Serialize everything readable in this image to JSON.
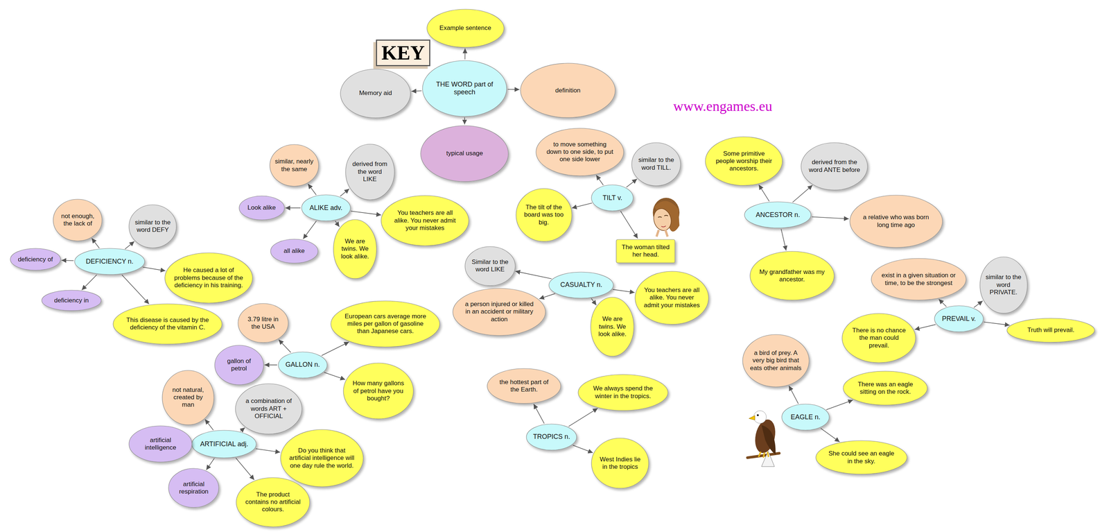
{
  "diagram": {
    "nodes": [
      {
        "text": [
          "THE WORD part of speech"
        ]
      },
      {
        "text": [
          "Example sentence"
        ]
      },
      {
        "text": [
          "Memory aid"
        ]
      },
      {
        "text": [
          "definition"
        ]
      },
      {
        "text": [
          "typical usage"
        ]
      },
      {
        "text": [
          "ALIKE adv."
        ]
      },
      {
        "text": [
          "similar, nearly the same"
        ]
      },
      {
        "text": [
          "derived from the word LIKE"
        ]
      },
      {
        "text": [
          "Look alike"
        ]
      },
      {
        "text": [
          "all alike"
        ]
      },
      {
        "text": [
          "We are twins. We look alike."
        ]
      },
      {
        "text": [
          "You teachers are all alike. You never admit your mistakes"
        ]
      },
      {
        "text": [
          "DEFICIENCY n."
        ]
      },
      {
        "text": [
          "not enough, the lack of"
        ]
      },
      {
        "text": [
          "similar to the word DEFY"
        ]
      },
      {
        "text": [
          "deficiency of"
        ]
      },
      {
        "text": [
          "deficiency in"
        ]
      },
      {
        "text": [
          "He caused a lot of problems because of the deficiency in his training."
        ]
      },
      {
        "text": [
          "This disease is caused by the deficiency of the vitamin C."
        ]
      },
      {
        "text": [
          "GALLON n."
        ]
      },
      {
        "text": [
          "3.79 litre in the USA"
        ]
      },
      {
        "text": [
          "gallon of petrol"
        ]
      },
      {
        "text": [
          "European cars average more miles per gallon of gasoline than Japanese cars."
        ]
      },
      {
        "text": [
          "How many gallons of petrol have you bought?"
        ]
      },
      {
        "text": [
          "ARTIFICIAL adj."
        ]
      },
      {
        "text": [
          "not natural, created by man"
        ]
      },
      {
        "text": [
          "a combination of words ART + OFFICIAL"
        ]
      },
      {
        "text": [
          "artificial intelligence"
        ]
      },
      {
        "text": [
          "artificial respiration"
        ]
      },
      {
        "text": [
          "Do you think that artificial intelligence will one day rule the world."
        ]
      },
      {
        "text": [
          "The product contains no artificial colours."
        ]
      },
      {
        "text": [
          "TILT v."
        ]
      },
      {
        "text": [
          "to move something down to one side, to put one side lower"
        ]
      },
      {
        "text": [
          "similar to the word TILL."
        ]
      },
      {
        "text": [
          "The tilt of the board was too big."
        ]
      },
      {
        "text": [
          "The woman tilted her head."
        ]
      },
      {
        "text": [
          "CASUALTY n."
        ]
      },
      {
        "text": [
          "Similar to the word LIKE"
        ]
      },
      {
        "text": [
          "a person injured or killed in an accident or military action"
        ]
      },
      {
        "text": [
          "You teachers are all alike. You never admit your mistakes"
        ]
      },
      {
        "text": [
          "We are twins. We look alike."
        ]
      },
      {
        "text": [
          "TROPICS n."
        ]
      },
      {
        "text": [
          "the hottest part of the Earth."
        ]
      },
      {
        "text": [
          "We always spend the winter in the tropics."
        ]
      },
      {
        "text": [
          "West Indies lie in the tropics"
        ]
      },
      {
        "text": [
          "ANCESTOR n."
        ]
      },
      {
        "text": [
          "Some primitive people worship their ancestors."
        ]
      },
      {
        "text": [
          "derived from the word ANTE before"
        ]
      },
      {
        "text": [
          "a relative who was born long time ago"
        ]
      },
      {
        "text": [
          "My grandfather was my ancestor."
        ]
      },
      {
        "text": [
          "PREVAIL v."
        ]
      },
      {
        "text": [
          "exist in a given situation or time, to be the strongest"
        ]
      },
      {
        "text": [
          "similar to the word PRIVATE."
        ]
      },
      {
        "text": [
          "There is no chance the man could prevail."
        ]
      },
      {
        "text": [
          "Truth will prevail."
        ]
      },
      {
        "text": [
          "EAGLE n."
        ]
      },
      {
        "text": [
          "a bird of prey. A very big bird that eats other animals"
        ]
      },
      {
        "text": [
          "There was an eagle sitting on the rock."
        ]
      },
      {
        "text": [
          "She could see an eagle in the sky."
        ]
      }
    ],
    "edges": [
      {
        "from": 0,
        "to": 1,
        "arrow": "to"
      },
      {
        "from": 0,
        "to": 2,
        "arrow": "to"
      },
      {
        "from": 0,
        "to": 3,
        "arrow": "to"
      },
      {
        "from": 0,
        "to": 4,
        "arrow": "to"
      },
      {
        "from": 5,
        "to": 6,
        "arrow": "to"
      },
      {
        "from": 5,
        "to": 7,
        "arrow": "to"
      },
      {
        "from": 5,
        "to": 8,
        "arrow": "to"
      },
      {
        "from": 5,
        "to": 9,
        "arrow": "to"
      },
      {
        "from": 5,
        "to": 10,
        "arrow": "to"
      },
      {
        "from": 5,
        "to": 11,
        "arrow": "to"
      },
      {
        "from": 12,
        "to": 13,
        "arrow": "to"
      },
      {
        "from": 12,
        "to": 14,
        "arrow": "to"
      },
      {
        "from": 12,
        "to": 15,
        "arrow": "to"
      },
      {
        "from": 12,
        "to": 16,
        "arrow": "to"
      },
      {
        "from": 12,
        "to": 17,
        "arrow": "to"
      },
      {
        "from": 12,
        "to": 18,
        "arrow": "to"
      },
      {
        "from": 19,
        "to": 20,
        "arrow": "to"
      },
      {
        "from": 19,
        "to": 21,
        "arrow": "to"
      },
      {
        "from": 19,
        "to": 22,
        "arrow": "to"
      },
      {
        "from": 19,
        "to": 23,
        "arrow": "to"
      },
      {
        "from": 24,
        "to": 25,
        "arrow": "to"
      },
      {
        "from": 24,
        "to": 26,
        "arrow": "to"
      },
      {
        "from": 24,
        "to": 27,
        "arrow": "to"
      },
      {
        "from": 24,
        "to": 28,
        "arrow": "to"
      },
      {
        "from": 24,
        "to": 29,
        "arrow": "to"
      },
      {
        "from": 24,
        "to": 30,
        "arrow": "to"
      },
      {
        "from": 31,
        "to": 32,
        "arrow": "to"
      },
      {
        "from": 31,
        "to": 33,
        "arrow": "to"
      },
      {
        "from": 31,
        "to": 34,
        "arrow": "to"
      },
      {
        "from": 31,
        "to": 35,
        "arrow": "to"
      },
      {
        "from": 36,
        "to": 37,
        "arrow": "to"
      },
      {
        "from": 36,
        "to": 38,
        "arrow": "to"
      },
      {
        "from": 36,
        "to": 39,
        "arrow": "to"
      },
      {
        "from": 36,
        "to": 40,
        "arrow": "to"
      },
      {
        "from": 41,
        "to": 42,
        "arrow": "to"
      },
      {
        "from": 41,
        "to": 43,
        "arrow": "to"
      },
      {
        "from": 41,
        "to": 44,
        "arrow": "to"
      },
      {
        "from": 45,
        "to": 46,
        "arrow": "to"
      },
      {
        "from": 45,
        "to": 47,
        "arrow": "to"
      },
      {
        "from": 45,
        "to": 48,
        "arrow": "to"
      },
      {
        "from": 45,
        "to": 49,
        "arrow": "to"
      },
      {
        "from": 50,
        "to": 51,
        "arrow": "to"
      },
      {
        "from": 50,
        "to": 52,
        "arrow": "to"
      },
      {
        "from": 50,
        "to": 53,
        "arrow": "to"
      },
      {
        "from": 50,
        "to": 54,
        "arrow": "to"
      },
      {
        "from": 55,
        "to": 56,
        "arrow": "to"
      },
      {
        "from": 55,
        "to": 57,
        "arrow": "to"
      },
      {
        "from": 55,
        "to": 58,
        "arrow": "to"
      }
    ],
    "labels": [
      "KEY",
      "www.engames.eu"
    ]
  }
}
